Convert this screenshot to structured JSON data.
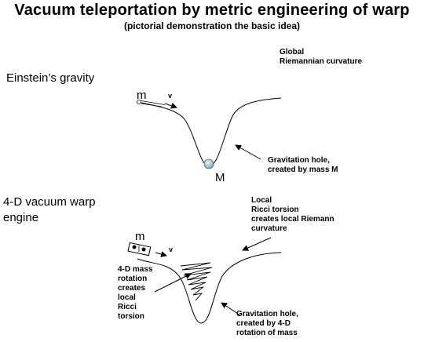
{
  "title": "Vacuum teleportation by metric engineering of warp",
  "subtitle": "(pictorial demonstration  the basic idea)",
  "panel1": {
    "heading": "Einstein’s gravity",
    "mass_small": "m",
    "velocity": "v",
    "mass_large": "M",
    "curvature_label": [
      "Global",
      "Riemannian curvature"
    ],
    "hole_label": [
      "Gravitation hole,",
      "created by mass M"
    ]
  },
  "panel2": {
    "heading": [
      "4-D vacuum warp",
      "engine"
    ],
    "mass_small": "m",
    "velocity": "v",
    "torsion_label": [
      "Local",
      "Ricci torsion",
      "creates local Riemann",
      "curvature"
    ],
    "rotation_label": [
      "4-D mass",
      "rotation",
      "creates",
      "local",
      "Ricci",
      "torsion"
    ],
    "hole_label": [
      "Gravitation hole,",
      "created by 4-D",
      "rotation of mass"
    ]
  }
}
